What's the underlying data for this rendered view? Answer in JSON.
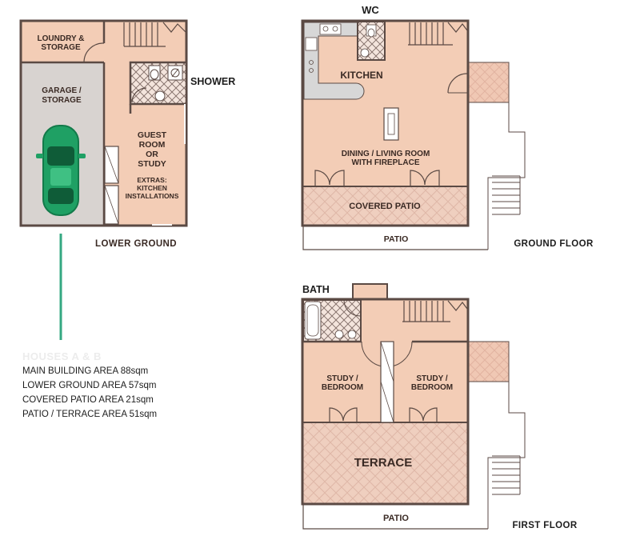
{
  "colors": {
    "room": "#f3cdb6",
    "wall": "#5b4a44",
    "garage": "#d8d3d0",
    "car": "#1fa064",
    "accent_line": "#35a882",
    "patio_hatch": "#ead3c9",
    "fixture": "#d7d7d7"
  },
  "lower_ground": {
    "title": "LOWER GROUND",
    "laundry": [
      "LOUNDRY &",
      "STORAGE"
    ],
    "garage": [
      "GARAGE /",
      "STORAGE"
    ],
    "guest": [
      "GUEST",
      "ROOM",
      "OR",
      "STUDY"
    ],
    "extras": [
      "EXTRAS:",
      "KITCHEN",
      "INSTALLATIONS"
    ],
    "shower": "SHOWER"
  },
  "ground_floor": {
    "title": "GROUND FLOOR",
    "wc": "WC",
    "kitchen": "KITCHEN",
    "dining": [
      "DINING / LIVING ROOM",
      "WITH FIREPLACE"
    ],
    "covered_patio": "COVERED PATIO",
    "patio": "PATIO"
  },
  "first_floor": {
    "title": "FIRST FLOOR",
    "bath": "BATH",
    "study1": [
      "STUDY /",
      "BEDROOM"
    ],
    "study2": [
      "STUDY /",
      "BEDROOM"
    ],
    "terrace": "TERRACE",
    "patio": "PATIO"
  },
  "areas": {
    "header": "HOUSES A & B",
    "lines": [
      "MAIN BUILDING AREA 88sqm",
      "LOWER GROUND AREA 57sqm",
      "COVERED PATIO AREA 21sqm",
      "PATIO / TERRACE AREA 51sqm"
    ]
  }
}
